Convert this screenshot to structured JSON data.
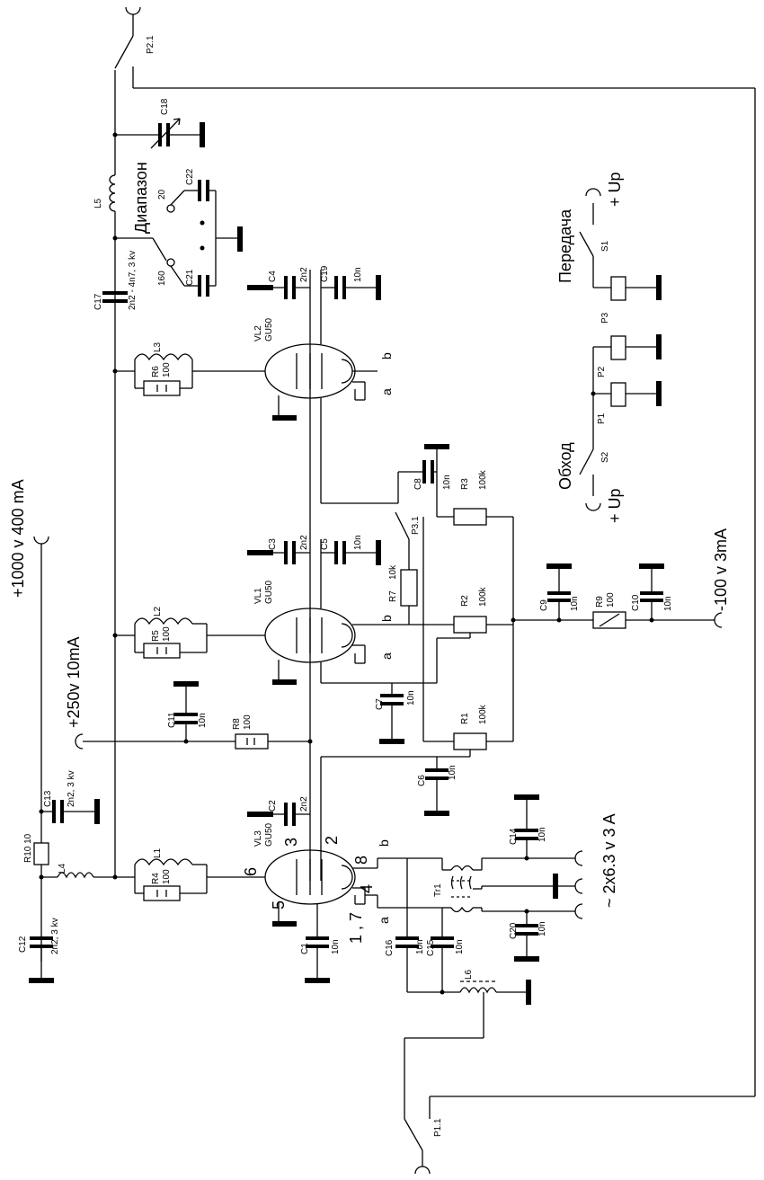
{
  "labels": {
    "p21": "P2.1",
    "p11": "P1.1",
    "p3": "P3",
    "p2": "P2",
    "p1": "P1",
    "p31": "P3.1",
    "s1": "S1",
    "s2": "S2",
    "peredacha": "Передача",
    "obhod": "Обход",
    "up_top": "+ Up",
    "up_bot": "+ Up",
    "supply_hv": "+1000 v 400 mA",
    "supply_250": "+250v 10mA",
    "supply_neg": "-100 v 3mA",
    "heater": "~ 2x6.3 v 3 A",
    "diapazon": "Диапазон",
    "range20": "20",
    "range160": "160",
    "c18": "C18",
    "c22": "C22",
    "c21": "C21",
    "l5": "L5",
    "c17": "C17",
    "c17v": "2n2 - 4n7, 3 kv",
    "c4": "C4",
    "c4v": "2n2",
    "c19": "C19",
    "c19v": "10n",
    "vl2": "VL2",
    "vl2t": "GU50",
    "l3": "L3",
    "r6": "R6",
    "r6v": "100",
    "pin_a": "a",
    "pin_b": "b",
    "c8": "C8",
    "c8v": "10n",
    "r3": "R3",
    "r3v": "100k",
    "c3": "C3",
    "c3v": "2n2",
    "c5": "C5",
    "c5v": "10n",
    "vl1": "VL1",
    "vl1t": "GU50",
    "l2": "L2",
    "r5": "R5",
    "r5v": "100",
    "r7": "R7",
    "r7v": "10k",
    "r2": "R2",
    "r2v": "100k",
    "c9": "C9",
    "c9v": "10n",
    "r9": "R9",
    "r9v": "100",
    "c10": "C10",
    "c10v": "10n",
    "c11": "C11",
    "c11v": "10n",
    "r8": "R8",
    "r8v": "100",
    "c7": "C7",
    "c7v": "10n",
    "r1": "R1",
    "r1v": "100k",
    "c6": "C6",
    "c6v": "10n",
    "c13": "C13",
    "c13v": "2n2, 3 kv",
    "r10": "R10 10",
    "l4": "L4",
    "c12": "C12",
    "c12v": "2n2, 3 kv",
    "l1": "L1",
    "r4": "R4",
    "r4v": "100",
    "vl3": "VL3",
    "vl3t": "GU50",
    "c2": "C2",
    "c2v": "2n2",
    "c14": "C14",
    "c14v": "10n",
    "tr1": "Tr1",
    "c20": "C20",
    "c20v": "10n",
    "c1": "C1",
    "c1v": "10n",
    "c16": "C16",
    "c16v": "10n",
    "c15": "C15",
    "c15v": "10n",
    "l6": "L6",
    "pin6": "6",
    "pin3": "3",
    "pin2": "2",
    "pin8": "8",
    "pin5": "5",
    "pin4": "4",
    "pin17": "1 , 7"
  }
}
